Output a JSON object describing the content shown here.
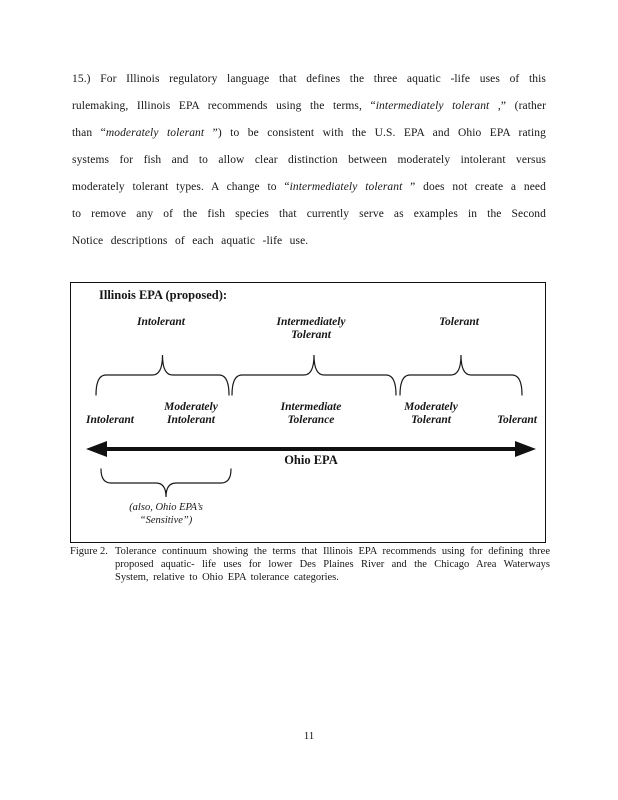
{
  "page": {
    "number": "11"
  },
  "paragraph": {
    "segments": [
      {
        "style": "normal",
        "text": "15.)  For Illinois regulatory language that defines the three aquatic -life uses of this rulemaking, Illinois EPA recommends using the terms, “"
      },
      {
        "style": "italic",
        "text": "intermediately tolerant"
      },
      {
        "style": "normal",
        "text": " ,” (rather than “"
      },
      {
        "style": "italic",
        "text": "moderately tolerant"
      },
      {
        "style": "normal",
        "text": " ”) to be consistent with the U.S. EPA and Ohio EPA rating systems for fish and to allow clear distinction between moderately intolerant versus moderately tolerant types.  A change to “"
      },
      {
        "style": "italic",
        "text": "intermediately tolerant"
      },
      {
        "style": "normal",
        "text": " ” does not create a need to remove any of the fish species that currently serve as examples in the Second Notice descriptions of each aquatic -life use."
      }
    ]
  },
  "figure": {
    "illinois_title": "Illinois EPA (proposed):",
    "top_labels": {
      "intolerant": "Intolerant",
      "intermediately_line1": "Intermediately",
      "intermediately_line2": "Tolerant",
      "tolerant": "Tolerant"
    },
    "axis_labels": {
      "intolerant": "Intolerant",
      "moderately_intolerant_line1": "Moderately",
      "moderately_intolerant_line2": "Intolerant",
      "intermediate_line1": "Intermediate",
      "intermediate_line2": "Tolerance",
      "moderately_tolerant_line1": "Moderately",
      "moderately_tolerant_line2": "Tolerant",
      "tolerant": "Tolerant"
    },
    "ohio_epa_label": "Ohio EPA",
    "sensitive_note_line1": "(also, Ohio EPA’s",
    "sensitive_note_line2": "“Sensitive”)"
  },
  "caption": {
    "label": "Figure 2.",
    "text": "Tolerance continuum showing the terms that Illinois EPA recommends using for defining three proposed aquatic- life uses for lower Des Plaines River and the Chicago Area Waterways System, relative to Ohio EPA tolerance categories."
  }
}
